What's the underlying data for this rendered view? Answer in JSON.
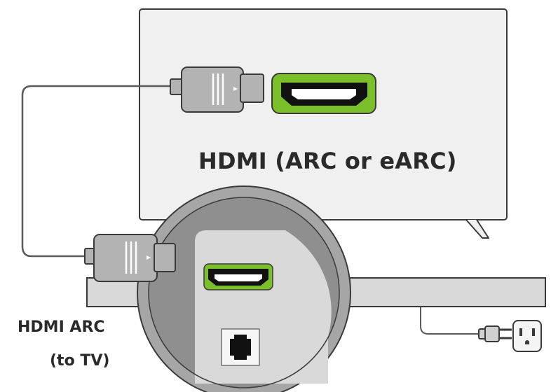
{
  "tv": {
    "port_label": "HDMI (ARC or eARC)"
  },
  "soundbar": {
    "port_label_line1": "HDMI ARC",
    "port_label_line2": "(to TV)"
  },
  "colors": {
    "highlight": "#7bbf2a",
    "tv_panel": "#f0f0f0",
    "soundbar": "#d9d9d9",
    "zoom_ring": "#a6a6a6",
    "zoom_inner": "#8f8f8f",
    "connector": "#b3b3b3",
    "cable": "#5a5a5a"
  },
  "icons": [
    "hdmi-port-icon",
    "hdmi-plug-icon",
    "optical-port-icon",
    "power-plug-icon"
  ]
}
